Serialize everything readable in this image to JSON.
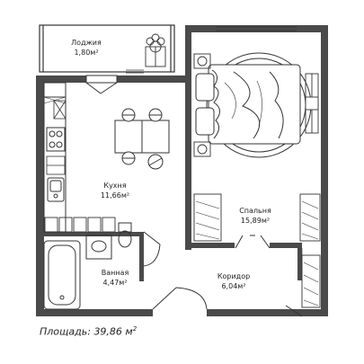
{
  "rooms": {
    "loggia": {
      "name": "Лоджия",
      "area": "1,80м²"
    },
    "kitchen": {
      "name": "Кухня",
      "area": "11,66м²"
    },
    "bedroom": {
      "name": "Спальня",
      "area": "15,89м²"
    },
    "bathroom": {
      "name": "Ванная",
      "area": "4,47м²"
    },
    "corridor": {
      "name": "Коридор",
      "area": "6,04м²"
    }
  },
  "total": {
    "label": "Площадь:",
    "value": "39,86 м",
    "unit_sup": "2"
  },
  "colors": {
    "wall": "#4a4a4a",
    "line": "#333333",
    "light": "#9a9a9a",
    "background": "#ffffff"
  }
}
